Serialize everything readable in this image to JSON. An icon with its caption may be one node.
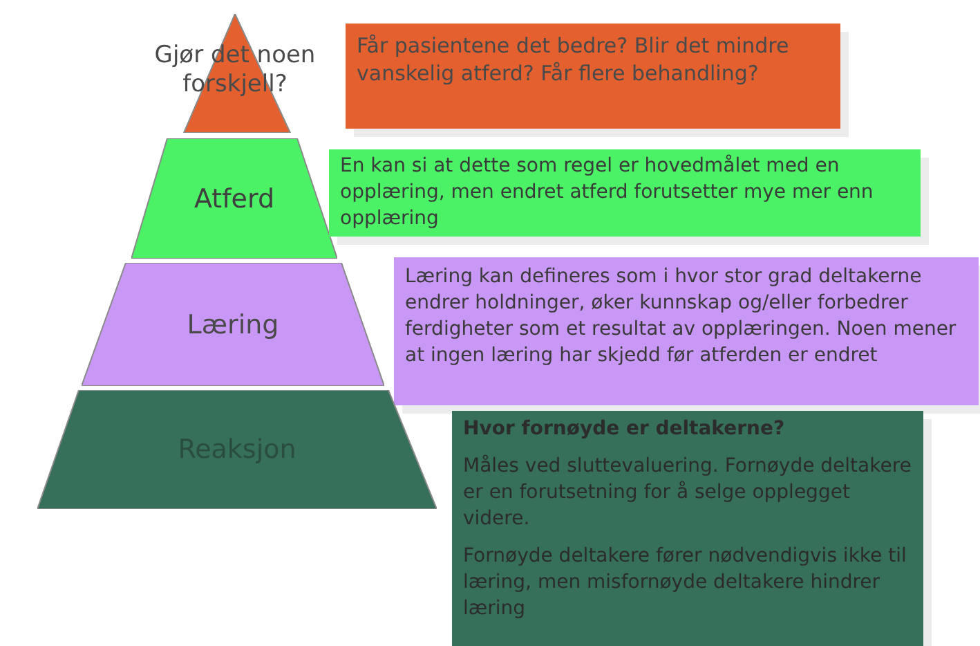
{
  "diagram": {
    "nodes": [
      {
        "text": [
          "Gjør det noen forskjell?"
        ]
      },
      {
        "text": [
          "Får pasientene det bedre? Blir det mindre vanskelig atferd? Får flere behandling?"
        ]
      },
      {
        "text": [
          "Atferd"
        ]
      },
      {
        "text": [
          "En kan si at dette som regel er hovedmålet med en opplæring, men endret atferd forutsetter mye mer enn opplæring"
        ]
      },
      {
        "text": [
          "Læring"
        ]
      },
      {
        "text": [
          "Læring kan defineres som i hvor stor grad deltakerne endrer holdninger, øker kunnskap og/eller forbedrer ferdigheter som et resultat av opplæringen. Noen mener at ingen læring har skjedd før atferden er endret"
        ]
      },
      {
        "text": [
          "Reaksjon"
        ]
      },
      {
        "text": [
          "Hvor fornøyde er deltakerne?",
          "Måles ved sluttevaluering. Fornøyde deltakere er en forutsetning for å selge opplegget videre.",
          "Fornøyde deltakere fører nødvendigvis ikke til læring, men misfornøyde deltakere hindrer læring"
        ]
      }
    ]
  }
}
